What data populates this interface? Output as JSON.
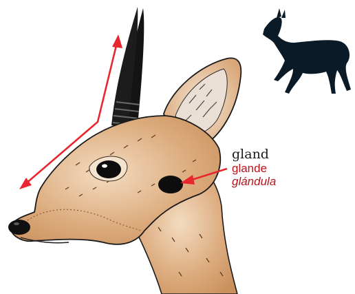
{
  "labels": {
    "english": "gland",
    "french": "glande",
    "spanish": "glándula"
  },
  "colors": {
    "arrow": "#e8262f",
    "label_secondary": "#b8141c",
    "fur": "#d9a679",
    "fur_light": "#f2d9bd",
    "ink": "#111111",
    "silhouette": "#0a1a26"
  },
  "icons": {
    "silhouette": "antelope-silhouette-icon"
  }
}
